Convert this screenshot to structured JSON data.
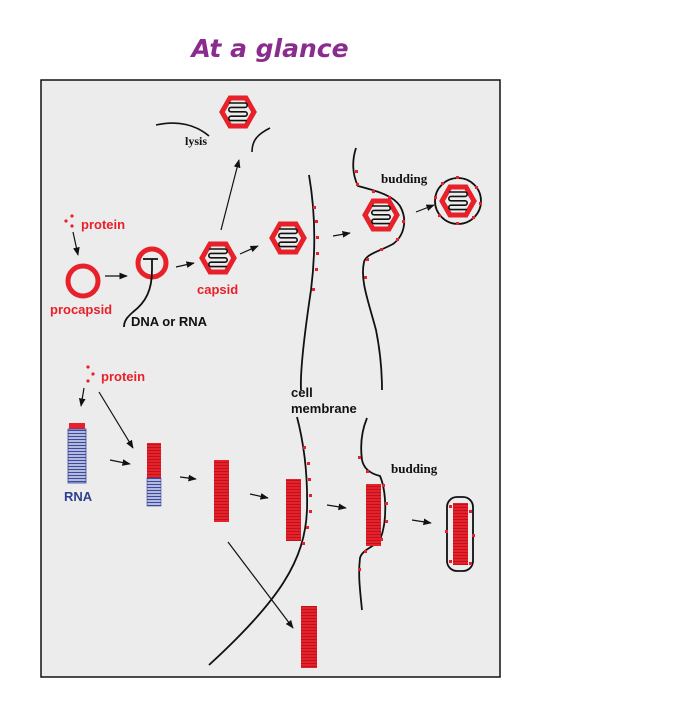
{
  "heading": "At a glance",
  "labels": {
    "protein_top": "protein",
    "procapsid": "procapsid",
    "capsid": "capsid",
    "dna_or_rna": "DNA or RNA",
    "lysis": "lysis",
    "budding_top": "budding",
    "protein_bottom": "protein",
    "rna": "RNA",
    "cell": "cell",
    "membrane": "membrane",
    "budding_bottom": "budding"
  },
  "colors": {
    "panel_bg": "#ececec",
    "capsid_red": "#e8202a",
    "rna_blue": "#5a67b4",
    "heading_purple": "#8b2a8f"
  }
}
